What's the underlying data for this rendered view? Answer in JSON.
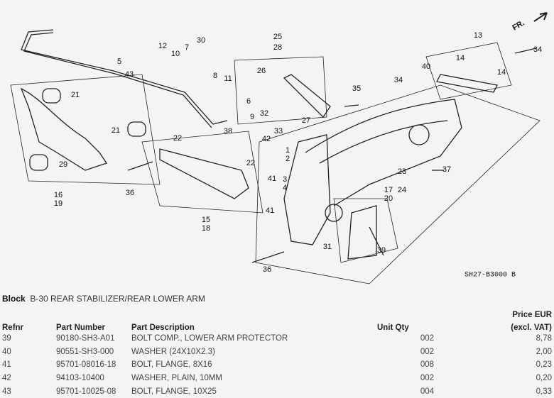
{
  "diagram": {
    "code": "SH27-B3000 B",
    "direction": "FR.",
    "callouts": [
      "30",
      "12",
      "7",
      "10",
      "43",
      "5",
      "8",
      "11",
      "25",
      "28",
      "26",
      "6",
      "9",
      "32",
      "38",
      "42",
      "33",
      "27",
      "35",
      "13",
      "14",
      "14",
      "34",
      "34",
      "40",
      "21",
      "21",
      "29",
      "16",
      "19",
      "22",
      "22",
      "36",
      "15",
      "18",
      "1",
      "2",
      "3",
      "4",
      "41",
      "41",
      "23",
      "24",
      "17",
      "20",
      "37",
      "31",
      "39",
      "36"
    ]
  },
  "block": {
    "label": "Block",
    "title": "B-30 REAR STABILIZER/REAR LOWER ARM"
  },
  "table": {
    "headers": {
      "refnr": "Refnr",
      "part_number": "Part Number",
      "description": "Part Description",
      "qty": "Unit Qty",
      "price_line1": "Price EUR",
      "price_line2": "(excl. VAT)"
    },
    "rows": [
      {
        "refnr": "39",
        "part_number": "90180-SH3-A01",
        "description": "BOLT COMP., LOWER ARM PROTECTOR",
        "qty": "002",
        "price": "8,78"
      },
      {
        "refnr": "40",
        "part_number": "90551-SH3-000",
        "description": "WASHER (24X10X2.3)",
        "qty": "002",
        "price": "2,00"
      },
      {
        "refnr": "41",
        "part_number": "95701-08016-18",
        "description": "BOLT, FLANGE, 8X16",
        "qty": "008",
        "price": "0,23"
      },
      {
        "refnr": "42",
        "part_number": "94103-10400",
        "description": "WASHER, PLAIN, 10MM",
        "qty": "002",
        "price": "0,20"
      },
      {
        "refnr": "43",
        "part_number": "95701-10025-08",
        "description": "BOLT, FLANGE, 10X25",
        "qty": "004",
        "price": "0,33"
      }
    ]
  }
}
